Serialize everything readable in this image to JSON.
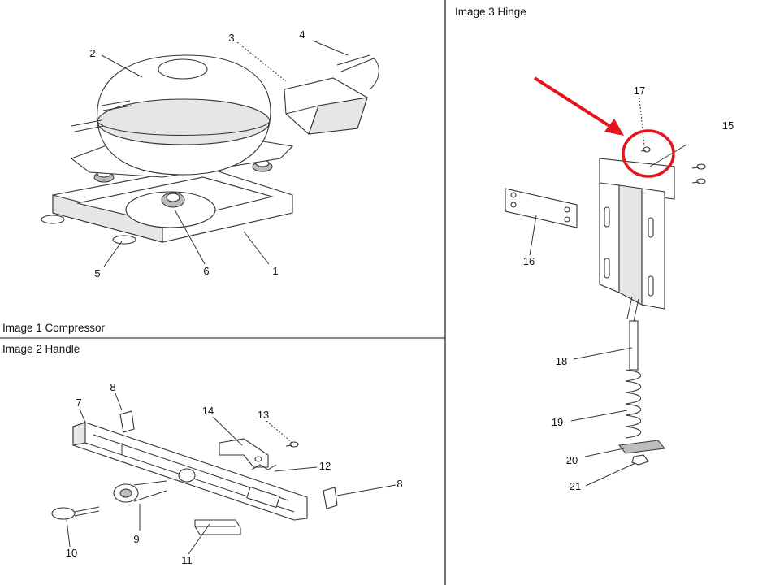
{
  "panels": {
    "compressor": {
      "title": "Image 1 Compressor"
    },
    "handle": {
      "title": "Image 2 Handle"
    },
    "hinge": {
      "title": "Image 3 Hinge"
    }
  },
  "callouts": {
    "compressor": [
      "1",
      "2",
      "3",
      "4",
      "5",
      "6"
    ],
    "handle": [
      "7",
      "8",
      "8",
      "9",
      "10",
      "11",
      "12",
      "13",
      "14"
    ],
    "hinge": [
      "15",
      "16",
      "17",
      "18",
      "19",
      "20",
      "21"
    ]
  },
  "colors": {
    "highlight": "#e5141b",
    "line": "#333333",
    "divider": "#444444"
  },
  "annotation": {
    "highlighted_part": "17",
    "arrow_icon": "red-arrow-icon",
    "circle_icon": "red-circle-icon"
  }
}
